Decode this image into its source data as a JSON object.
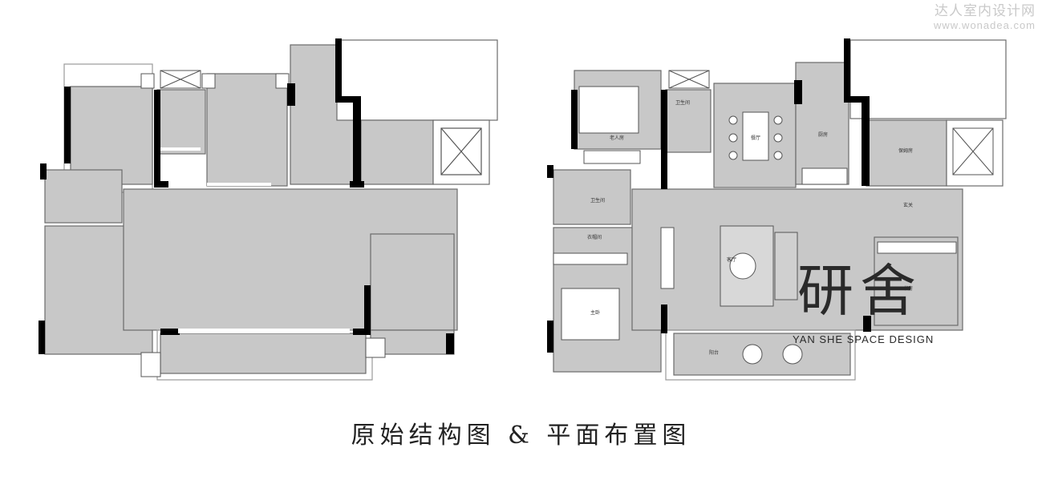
{
  "watermark": {
    "title": "达人室内设计网",
    "url": "www.wonadea.com"
  },
  "caption": "原始结构图 & 平面布置图",
  "brand": {
    "logo_text": "研舍",
    "subtitle": "YAN SHE   SPACE DESIGN"
  },
  "rooms": {
    "elder_bedroom": "老人房",
    "bathroom_top": "卫生间",
    "bathroom_left": "卫生间",
    "dining": "餐厅",
    "kitchen": "厨房",
    "nanny_room": "保姆房",
    "entrance": "玄关",
    "cloakroom": "衣帽间",
    "master_bedroom": "主卧",
    "living_room": "客厅",
    "balcony": "阳台",
    "study": "书房"
  },
  "colors": {
    "floor": "#c8c8c8",
    "wall": "#000000",
    "outline": "#555555",
    "caption": "#222222",
    "watermark": "#c9c9c9"
  }
}
